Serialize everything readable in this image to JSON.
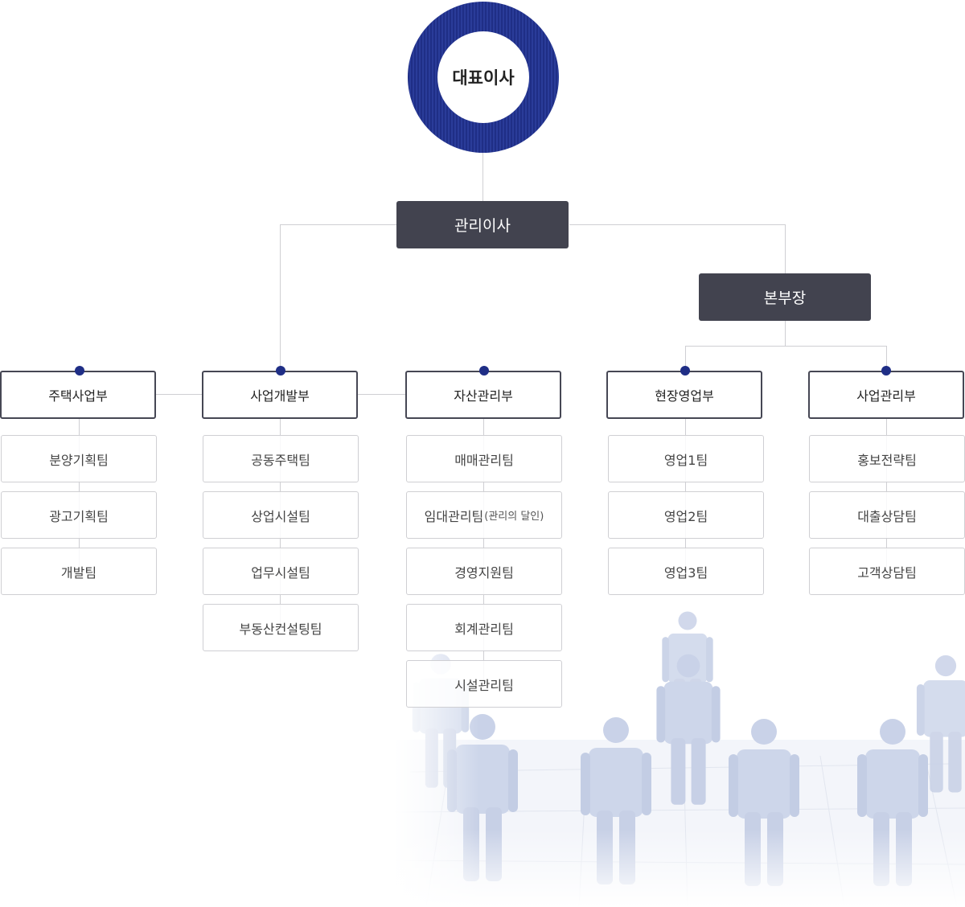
{
  "ceo": {
    "label": "대표이사"
  },
  "managing_director": {
    "label": "관리이사"
  },
  "division_head": {
    "label": "본부장"
  },
  "departments": [
    {
      "name": "주택사업부",
      "teams": [
        "분양기획팀",
        "광고기획팀",
        "개발팀"
      ]
    },
    {
      "name": "사업개발부",
      "teams": [
        "공동주택팀",
        "상업시설팀",
        "업무시설팀",
        "부동산컨설팅팀"
      ]
    },
    {
      "name": "자산관리부",
      "teams": [
        "매매관리팀",
        "임대관리팀",
        "경영지원팀",
        "회계관리팀",
        "시설관리팀"
      ]
    },
    {
      "name": "현장영업부",
      "teams": [
        "영업1팀",
        "영업2팀",
        "영업3팀"
      ]
    },
    {
      "name": "사업관리부",
      "teams": [
        "홍보전략팀",
        "대출상담팀",
        "고객상담팀"
      ]
    }
  ],
  "team_notes": {
    "임대관리팀": "(관리의 달인)"
  },
  "colors": {
    "navy": "#1f2e86",
    "dark_box": "#42434f",
    "line": "#cfcfd3"
  }
}
